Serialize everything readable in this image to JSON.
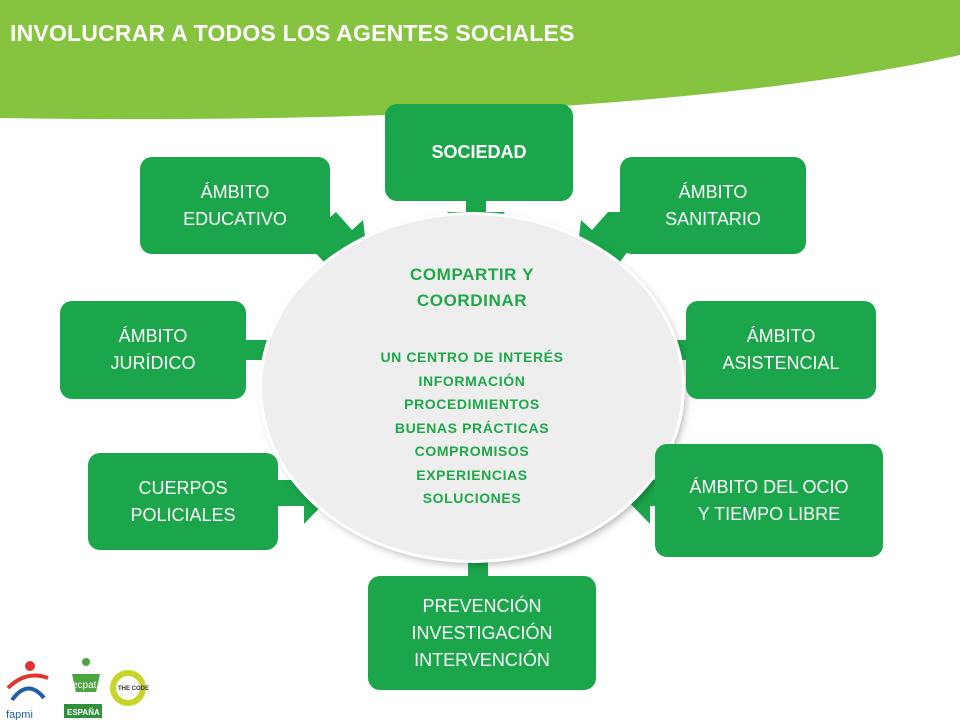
{
  "header": {
    "title": "INVOLUCRAR A TODOS LOS AGENTES SOCIALES",
    "color": "#86c440"
  },
  "diagram": {
    "box_color": "#1ba64b",
    "center_color": "#1ea84a",
    "center": {
      "title": "COMPARTIR Y\nCOORDINAR",
      "items": [
        "UN CENTRO DE INTERÉS",
        "INFORMACIÓN",
        "PROCEDIMIENTOS",
        "BUENAS PRÁCTICAS",
        "COMPROMISOS",
        "EXPERIENCIAS",
        "SOLUCIONES"
      ]
    },
    "boxes": {
      "sociedad": "SOCIEDAD",
      "educativo": "ÁMBITO\nEDUCATIVO",
      "sanitario": "ÁMBITO\nSANITARIO",
      "juridico": "ÁMBITO\nJURÍDICO",
      "asistencial": "ÁMBITO\nASISTENCIAL",
      "policiales": "CUERPOS\nPOLICIALES",
      "ocio": "ÁMBITO DEL OCIO\nY TIEMPO LIBRE",
      "prevencion": "PREVENCIÓN\nINVESTIGACIÓN\nINTERVENCIÓN"
    }
  },
  "footer": {
    "logos": [
      {
        "name": "fapmi-logo",
        "text": "fapmi"
      },
      {
        "name": "ecpat-logo",
        "text": "ecpat",
        "subtext": "ESPAÑA"
      },
      {
        "name": "the-code-logo",
        "text": "THE CODE"
      }
    ]
  }
}
